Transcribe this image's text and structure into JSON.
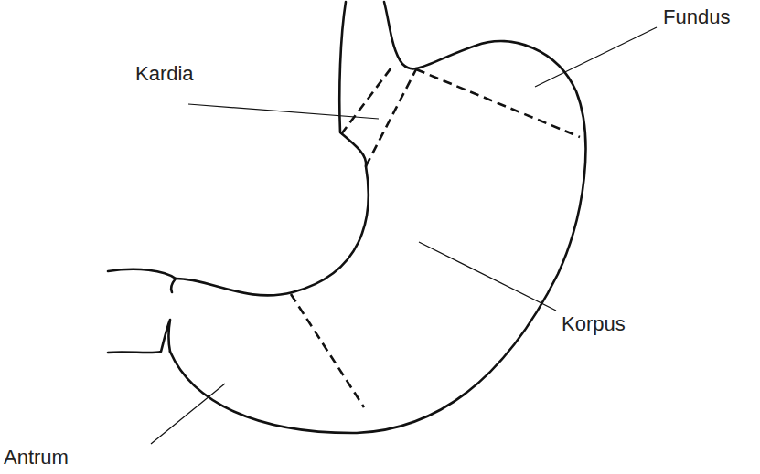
{
  "diagram": {
    "labels": [
      "Fundus",
      "Kardia",
      "Korpus",
      "Antrum"
    ]
  }
}
